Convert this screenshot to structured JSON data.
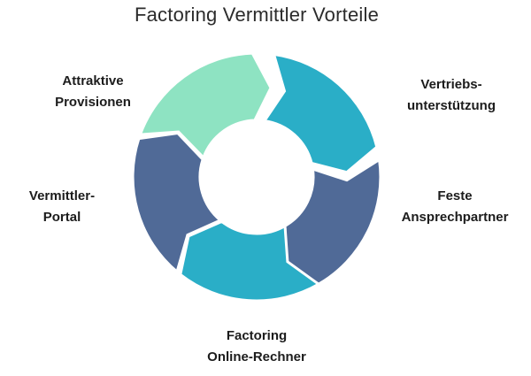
{
  "title": "Factoring Vermittler Vorteile",
  "colors": {
    "mint": "#8ee3c2",
    "teal": "#2aaec7",
    "slate_blue": "#506a97",
    "background": "#ffffff"
  },
  "segments": [
    {
      "id": "provisionen",
      "label_lines": [
        "Attraktive",
        "Provisionen"
      ],
      "color": "#8ee3c2"
    },
    {
      "id": "vertrieb",
      "label_lines": [
        "Vertriebs-",
        "unterstützung"
      ],
      "color": "#2aaec7"
    },
    {
      "id": "ansprechpartner",
      "label_lines": [
        "Feste",
        "Ansprechpartner"
      ],
      "color": "#506a97"
    },
    {
      "id": "rechner",
      "label_lines": [
        "Factoring",
        "Online-Rechner"
      ],
      "color": "#2aaec7"
    },
    {
      "id": "portal",
      "label_lines": [
        "Vermittler-",
        "Portal"
      ],
      "color": "#506a97"
    }
  ]
}
